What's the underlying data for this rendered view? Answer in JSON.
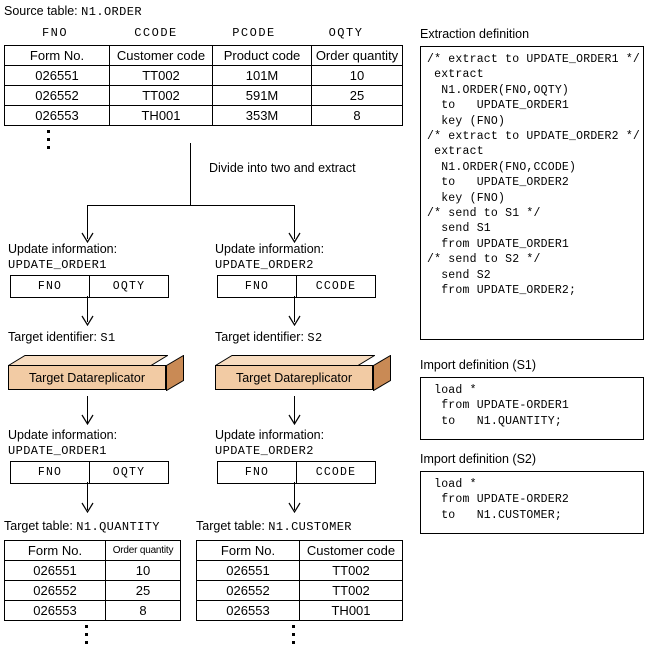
{
  "source": {
    "label_prefix": "Source table:",
    "table_name": "N1.ORDER",
    "column_codes": [
      "FNO",
      "CCODE",
      "PCODE",
      "OQTY"
    ],
    "headers": [
      "Form No.",
      "Customer code",
      "Product code",
      "Order quantity"
    ],
    "rows": [
      [
        "026551",
        "TT002",
        "101M",
        "10"
      ],
      [
        "026552",
        "TT002",
        "591M",
        "25"
      ],
      [
        "026553",
        "TH001",
        "353M",
        "8"
      ]
    ]
  },
  "divide_label": "Divide into two and extract",
  "branches": [
    {
      "update_label": "Update information:",
      "update_name": "UPDATE_ORDER1",
      "record_fields": [
        "FNO",
        "OQTY"
      ],
      "target_id_label": "Target identifier:",
      "target_id": "S1",
      "replicator_label": "Target Datareplicator",
      "update_label2": "Update information:",
      "update_name2": "UPDATE_ORDER1",
      "record_fields2": [
        "FNO",
        "OQTY"
      ],
      "target_table_label": "Target table:",
      "target_table_name": "N1.QUANTITY",
      "headers": [
        "Form No.",
        "Order quantity"
      ],
      "rows": [
        [
          "026551",
          "10"
        ],
        [
          "026552",
          "25"
        ],
        [
          "026553",
          "8"
        ]
      ]
    },
    {
      "update_label": "Update information:",
      "update_name": "UPDATE_ORDER2",
      "record_fields": [
        "FNO",
        "CCODE"
      ],
      "target_id_label": "Target identifier:",
      "target_id": "S2",
      "replicator_label": "Target Datareplicator",
      "update_label2": "Update information:",
      "update_name2": "UPDATE_ORDER2",
      "record_fields2": [
        "FNO",
        "CCODE"
      ],
      "target_table_label": "Target table:",
      "target_table_name": "N1.CUSTOMER",
      "headers": [
        "Form No.",
        "Customer code"
      ],
      "rows": [
        [
          "026551",
          "TT002"
        ],
        [
          "026552",
          "TT002"
        ],
        [
          "026553",
          "TH001"
        ]
      ]
    }
  ],
  "panels": {
    "extraction": {
      "title": "Extraction definition",
      "code": "/* extract to UPDATE_ORDER1 */\n extract\n  N1.ORDER(FNO,OQTY)\n  to   UPDATE_ORDER1\n  key (FNO)\n/* extract to UPDATE_ORDER2 */\n extract\n  N1.ORDER(FNO,CCODE)\n  to   UPDATE_ORDER2\n  key (FNO)\n/* send to S1 */\n  send S1\n  from UPDATE_ORDER1\n/* send to S2 */\n  send S2\n  from UPDATE_ORDER2;"
    },
    "import_s1": {
      "title": "Import definition (S1)",
      "code": " load *\n  from UPDATE-ORDER1\n  to   N1.QUANTITY;"
    },
    "import_s2": {
      "title": "Import definition (S2)",
      "code": " load *\n  from UPDATE-ORDER2\n  to   N1.CUSTOMER;"
    }
  },
  "colors": {
    "box_front": "#F2CBA4",
    "box_top": "#F7DCC0",
    "box_side": "#C98A55",
    "line": "#000000"
  }
}
